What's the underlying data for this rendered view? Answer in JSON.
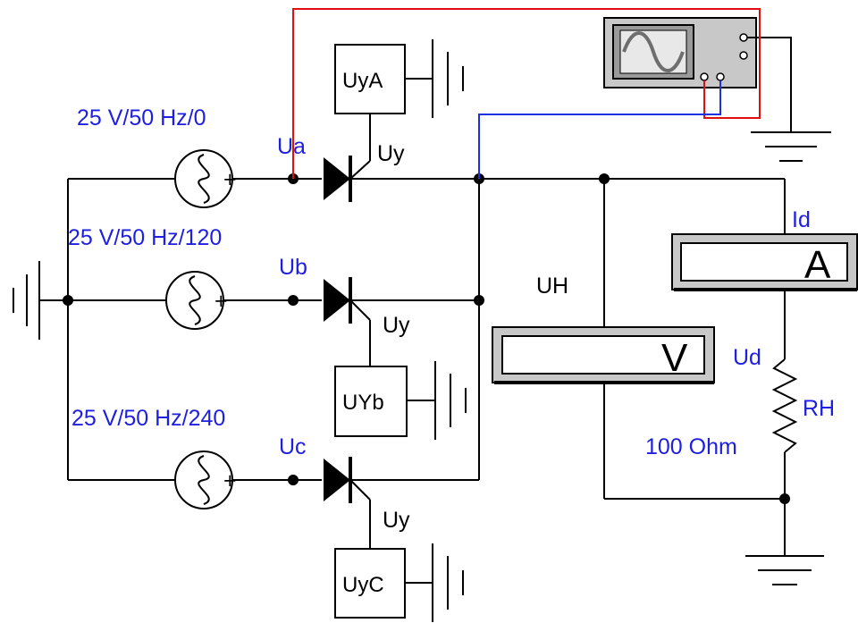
{
  "sources": [
    {
      "label": "25 V/50 Hz/0"
    },
    {
      "label": "25 V/50 Hz/120"
    },
    {
      "label": "25 V/50 Hz/240"
    }
  ],
  "nodes": {
    "ua": "Ua",
    "ub": "Ub",
    "uc": "Uc"
  },
  "gates": {
    "label": "Uy",
    "box_a": "UyA",
    "box_b": "UYb",
    "box_c": "UyC"
  },
  "voltmeter": {
    "name": "UH",
    "unit": "V"
  },
  "ammeter": {
    "name": "Id",
    "unit": "A"
  },
  "load": {
    "voltage_label": "Ud",
    "name": "RH",
    "value": "100  Ohm"
  },
  "colors": {
    "probe_red": "#e01010",
    "probe_blue": "#2030e0",
    "labels_blue": "#1e1ee0",
    "meter_gray": "#c8c8c8"
  }
}
